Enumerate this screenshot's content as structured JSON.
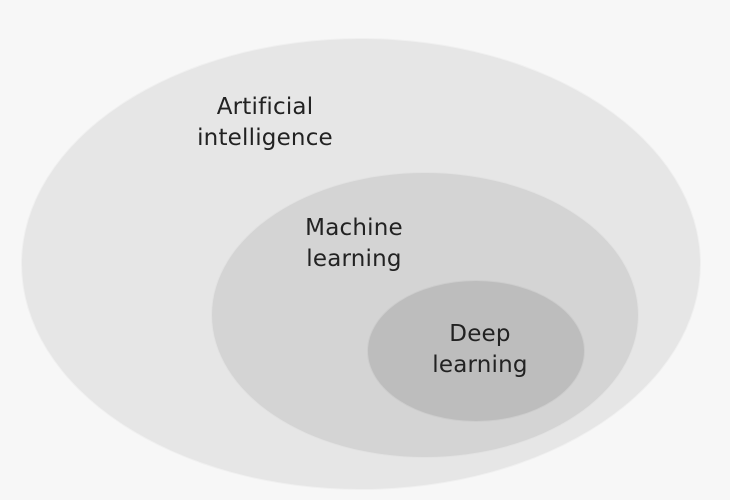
{
  "diagram": {
    "outer": {
      "line1": "Artificial",
      "line2": "intelligence"
    },
    "middle": {
      "line1": "Machine",
      "line2": "learning"
    },
    "inner": {
      "line1": "Deep",
      "line2": "learning"
    }
  },
  "colors": {
    "background": "#f7f7f7",
    "outer_fill": "#e6e6e6",
    "middle_fill": "#d4d4d4",
    "inner_fill": "#bdbdbd",
    "text": "#222222"
  }
}
